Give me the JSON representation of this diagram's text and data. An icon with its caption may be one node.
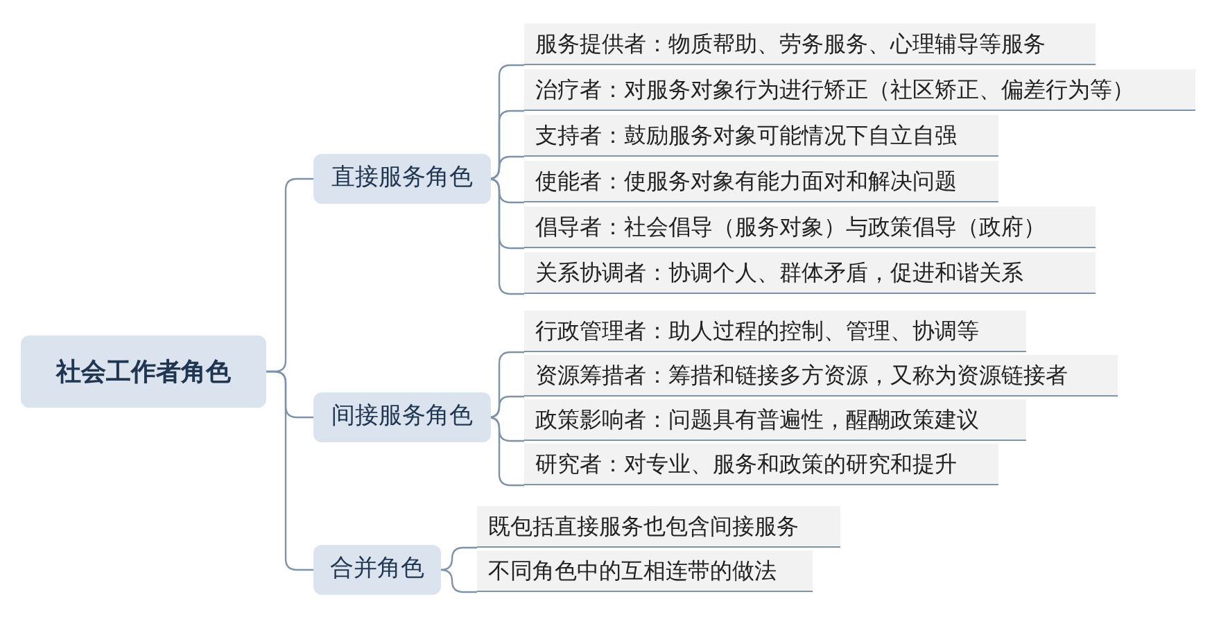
{
  "diagram": {
    "nodes": [
      {
        "text": [
          "社会工作者角色"
        ]
      },
      {
        "text": [
          "直接服务角色"
        ]
      },
      {
        "text": [
          "间接服务角色"
        ]
      },
      {
        "text": [
          "合并角色"
        ]
      },
      {
        "text": [
          "服务提供者：物质帮助、劳务服务、心理辅导等服务"
        ]
      },
      {
        "text": [
          "治疗者：对服务对象行为进行矫正（社区矫正、偏差行为等）"
        ]
      },
      {
        "text": [
          "支持者：鼓励服务对象可能情况下自立自强"
        ]
      },
      {
        "text": [
          "使能者：使服务对象有能力面对和解决问题"
        ]
      },
      {
        "text": [
          "倡导者：社会倡导（服务对象）与政策倡导（政府）"
        ]
      },
      {
        "text": [
          "关系协调者：协调个人、群体矛盾，促进和谐关系"
        ]
      },
      {
        "text": [
          "行政管理者：助人过程的控制、管理、协调等"
        ]
      },
      {
        "text": [
          "资源筹措者：筹措和链接多方资源，又称为资源链接者"
        ]
      },
      {
        "text": [
          "政策影响者：问题具有普遍性，醒醐政策建议"
        ]
      },
      {
        "text": [
          "研究者：对专业、服务和政策的研究和提升"
        ]
      },
      {
        "text": [
          "既包括直接服务也包含间接服务"
        ]
      },
      {
        "text": [
          "不同角色中的互相连带的做法"
        ]
      }
    ],
    "edges": [
      {
        "from": 0,
        "to": 1,
        "arrow": "none"
      },
      {
        "from": 0,
        "to": 2,
        "arrow": "none"
      },
      {
        "from": 0,
        "to": 3,
        "arrow": "none"
      },
      {
        "from": 1,
        "to": 4,
        "arrow": "none"
      },
      {
        "from": 1,
        "to": 5,
        "arrow": "none"
      },
      {
        "from": 1,
        "to": 6,
        "arrow": "none"
      },
      {
        "from": 1,
        "to": 7,
        "arrow": "none"
      },
      {
        "from": 1,
        "to": 8,
        "arrow": "none"
      },
      {
        "from": 1,
        "to": 9,
        "arrow": "none"
      },
      {
        "from": 2,
        "to": 10,
        "arrow": "none"
      },
      {
        "from": 2,
        "to": 11,
        "arrow": "none"
      },
      {
        "from": 2,
        "to": 12,
        "arrow": "none"
      },
      {
        "from": 2,
        "to": 13,
        "arrow": "none"
      },
      {
        "from": 3,
        "to": 14,
        "arrow": "none"
      },
      {
        "from": 3,
        "to": 15,
        "arrow": "none"
      }
    ]
  }
}
